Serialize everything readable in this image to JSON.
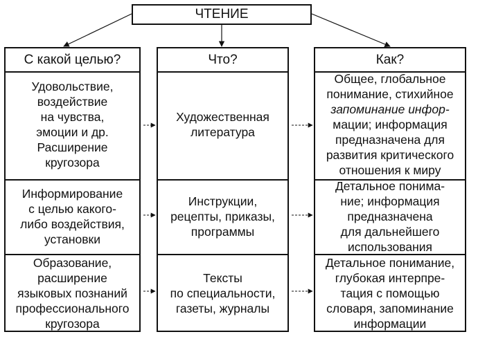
{
  "title": "ЧТЕНИЕ",
  "columns": [
    {
      "header": "С какой целью?",
      "rows": [
        [
          {
            "t": "Удовольствие,"
          },
          {
            "t": "воздействие"
          },
          {
            "t": "на чувства,"
          },
          {
            "t": "эмоции и др."
          },
          {
            "t": "Расширение"
          },
          {
            "t": "кругозора"
          }
        ],
        [
          {
            "t": "Информирование"
          },
          {
            "t": "с целью какого-"
          },
          {
            "t": "либо воздействия,"
          },
          {
            "t": "установки"
          }
        ],
        [
          {
            "t": "Образование,"
          },
          {
            "t": "расширение"
          },
          {
            "t": "языковых познаний"
          },
          {
            "t": "профессионального"
          },
          {
            "t": "кругозора"
          }
        ]
      ]
    },
    {
      "header": "Что?",
      "rows": [
        [
          {
            "t": "Художественная"
          },
          {
            "t": "литература"
          }
        ],
        [
          {
            "t": "Инструкции,"
          },
          {
            "t": "рецепты, приказы,"
          },
          {
            "t": "программы"
          }
        ],
        [
          {
            "t": "Тексты"
          },
          {
            "t": "по специальности,"
          },
          {
            "t": "газеты, журналы"
          }
        ]
      ]
    },
    {
      "header": "Как?",
      "rows": [
        [
          {
            "t": "Общее, глобальное"
          },
          {
            "t": "понимание, стихийное"
          },
          {
            "t": "запоминание инфор-",
            "i": true
          },
          {
            "t": "мации; информация"
          },
          {
            "t": "предназначена для"
          },
          {
            "t": "развития критического"
          },
          {
            "t": "отношения к миру"
          }
        ],
        [
          {
            "t": "Детальное понима-"
          },
          {
            "t": "ние; информация"
          },
          {
            "t": "предназначена"
          },
          {
            "t": "для дальнейшего"
          },
          {
            "t": "использования"
          }
        ],
        [
          {
            "t": "Детальное понимание,"
          },
          {
            "t": "глубокая интерпре-"
          },
          {
            "t": "тация с помощью"
          },
          {
            "t": "словаря, запоминание"
          },
          {
            "t": "информации"
          }
        ]
      ]
    }
  ]
}
